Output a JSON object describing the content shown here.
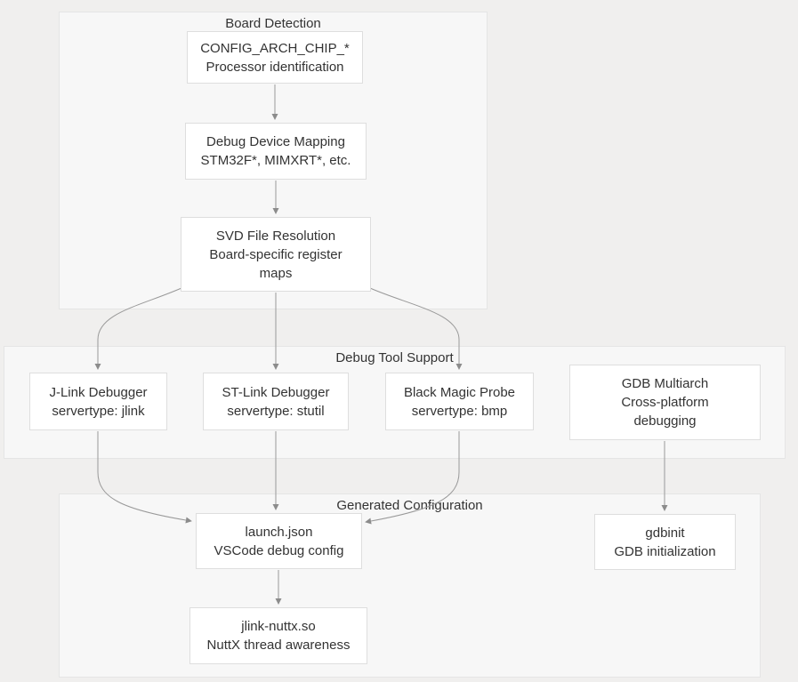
{
  "diagram": {
    "type": "flowchart",
    "clusters": {
      "board_detection": {
        "label": "Board Detection"
      },
      "debug_tool_support": {
        "label": "Debug Tool Support"
      },
      "generated_configuration": {
        "label": "Generated Configuration"
      }
    },
    "nodes": {
      "config_arch": {
        "line1": "CONFIG_ARCH_CHIP_*",
        "line2": "Processor identification"
      },
      "device_mapping": {
        "line1": "Debug Device Mapping",
        "line2": "STM32F*, MIMXRT*, etc."
      },
      "svd_resolution": {
        "line1": "SVD File Resolution",
        "line2": "Board-specific register maps"
      },
      "jlink_debugger": {
        "line1": "J-Link Debugger",
        "line2": "servertype: jlink"
      },
      "stlink_debugger": {
        "line1": "ST-Link Debugger",
        "line2": "servertype: stutil"
      },
      "black_magic_probe": {
        "line1": "Black Magic Probe",
        "line2": "servertype: bmp"
      },
      "gdb_multiarch": {
        "line1": "GDB Multiarch",
        "line2": "Cross-platform debugging"
      },
      "launch_json": {
        "line1": "launch.json",
        "line2": "VSCode debug config"
      },
      "gdbinit": {
        "line1": "gdbinit",
        "line2": "GDB initialization"
      },
      "jlink_nuttx": {
        "line1": "jlink-nuttx.so",
        "line2": "NuttX thread awareness"
      }
    },
    "edges": [
      {
        "from": "config_arch",
        "to": "device_mapping"
      },
      {
        "from": "device_mapping",
        "to": "svd_resolution"
      },
      {
        "from": "svd_resolution",
        "to": "jlink_debugger"
      },
      {
        "from": "svd_resolution",
        "to": "stlink_debugger"
      },
      {
        "from": "svd_resolution",
        "to": "black_magic_probe"
      },
      {
        "from": "jlink_debugger",
        "to": "launch_json"
      },
      {
        "from": "stlink_debugger",
        "to": "launch_json"
      },
      {
        "from": "black_magic_probe",
        "to": "launch_json"
      },
      {
        "from": "gdb_multiarch",
        "to": "gdbinit"
      },
      {
        "from": "launch_json",
        "to": "jlink_nuttx"
      }
    ],
    "colors": {
      "page_background": "#f0efee",
      "cluster_background": "#f7f7f7",
      "cluster_border": "#e5e5e5",
      "node_background": "#ffffff",
      "node_border": "#dedede",
      "edge_stroke": "#999999",
      "arrowhead": "#8c8c8c",
      "text": "#333333"
    }
  }
}
